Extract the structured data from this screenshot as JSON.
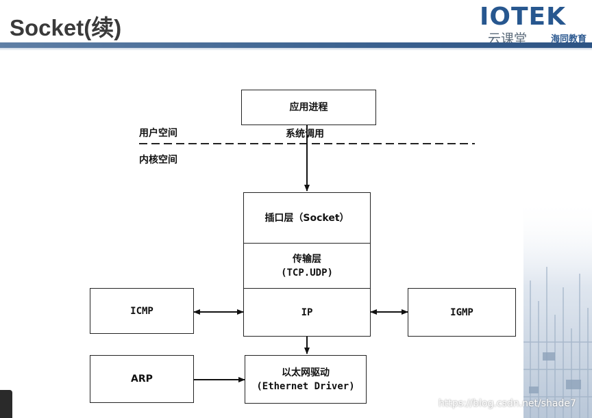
{
  "slide": {
    "title": "Socket(续)"
  },
  "logo": {
    "brand": "IOTEK",
    "sub_left": "云课堂",
    "sub_right": "海同教育"
  },
  "diagram": {
    "app_process": "应用进程",
    "syscall_label": "系统调用",
    "user_space_label": "用户空间",
    "kernel_space_label": "内核空间",
    "socket_layer": "插口层（Socket）",
    "transport_layer_line1": "传输层",
    "transport_layer_line2": "(TCP.UDP)",
    "ip_layer": "IP",
    "icmp": "ICMP",
    "igmp": "IGMP",
    "arp": "ARP",
    "ethernet_line1": "以太网驱动",
    "ethernet_line2": "(Ethernet Driver)"
  },
  "watermark": "https://blog.csdn.net/shade7"
}
